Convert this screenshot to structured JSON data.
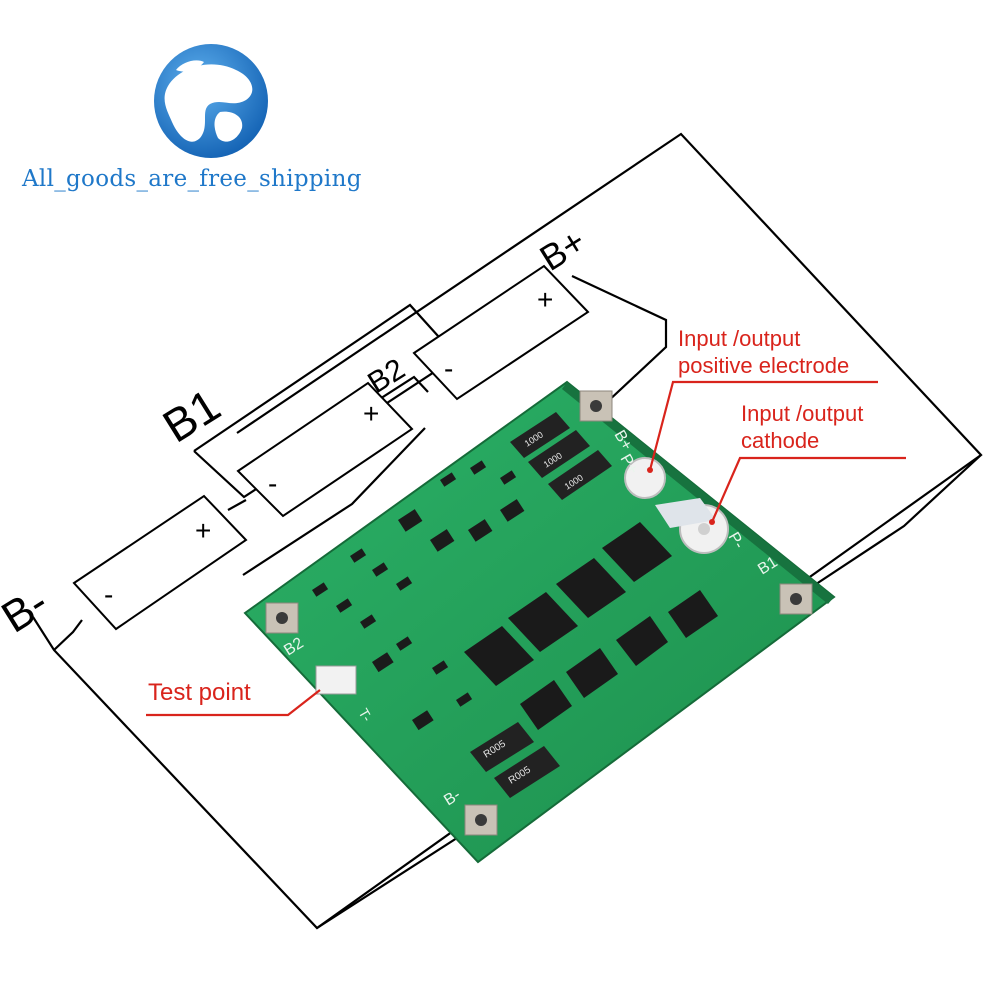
{
  "shop": {
    "name": "All_goods_are_free_shipping",
    "logo_icon": "globe-icon",
    "logo_color": "#1f78c9"
  },
  "diagram": {
    "terminals": {
      "b_minus": "B-",
      "b1": "B1",
      "b2": "B2",
      "b_plus": "B+"
    },
    "cell_signs": {
      "plus": "+",
      "minus": "-"
    },
    "annotations": {
      "io_positive_line1": "Input /output",
      "io_positive_line2": "positive electrode",
      "io_cathode_line1": "Input /output",
      "io_cathode_line2": "cathode",
      "test_point": "Test point"
    },
    "pcb_silkscreen": {
      "b_plus": "B+",
      "p_plus": "P+",
      "p_minus": "P-",
      "b1": "B1",
      "b2": "B2",
      "b_minus": "B-",
      "t_minus": "T-"
    },
    "component_markings": {
      "resistor_a": "1000",
      "resistor_b": "1000",
      "resistor_c": "1000",
      "shunt_a": "R005",
      "shunt_b": "R005"
    },
    "colors": {
      "wire": "#000000",
      "annotation": "#d9241c",
      "pcb": "#23a05a",
      "pad": "#c9c2b6"
    }
  }
}
